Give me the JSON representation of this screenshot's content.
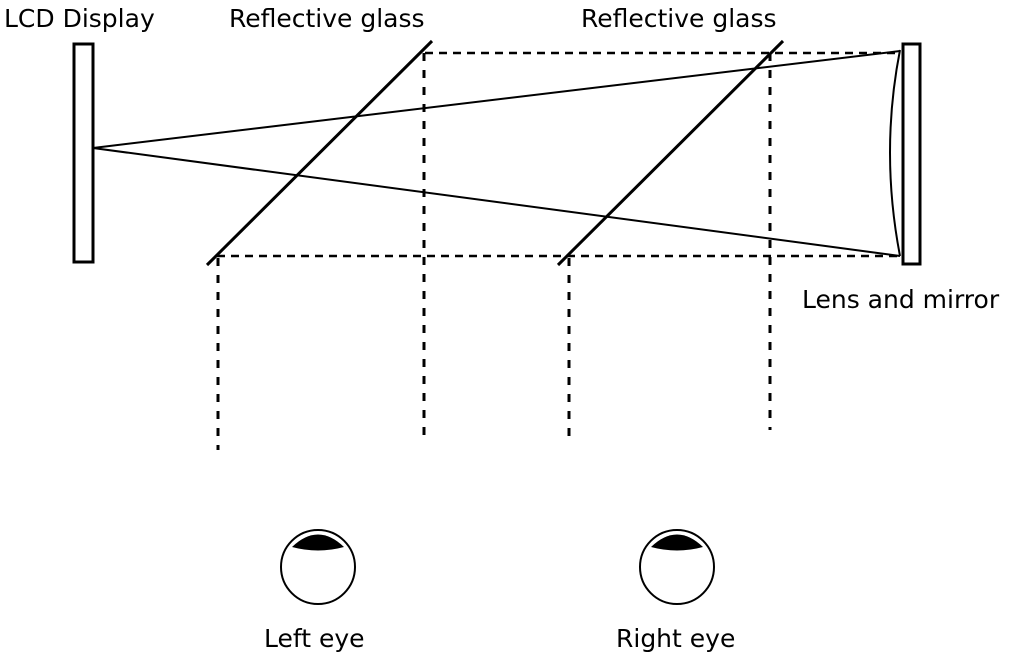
{
  "labels": {
    "lcd_display": "LCD Display",
    "reflective_glass_left": "Reflective glass",
    "reflective_glass_right": "Reflective glass",
    "lens_and_mirror": "Lens and mirror",
    "left_eye": "Left eye",
    "right_eye": "Right eye"
  },
  "colors": {
    "line": "#000000",
    "background": "#ffffff",
    "pupil": "#000000"
  }
}
